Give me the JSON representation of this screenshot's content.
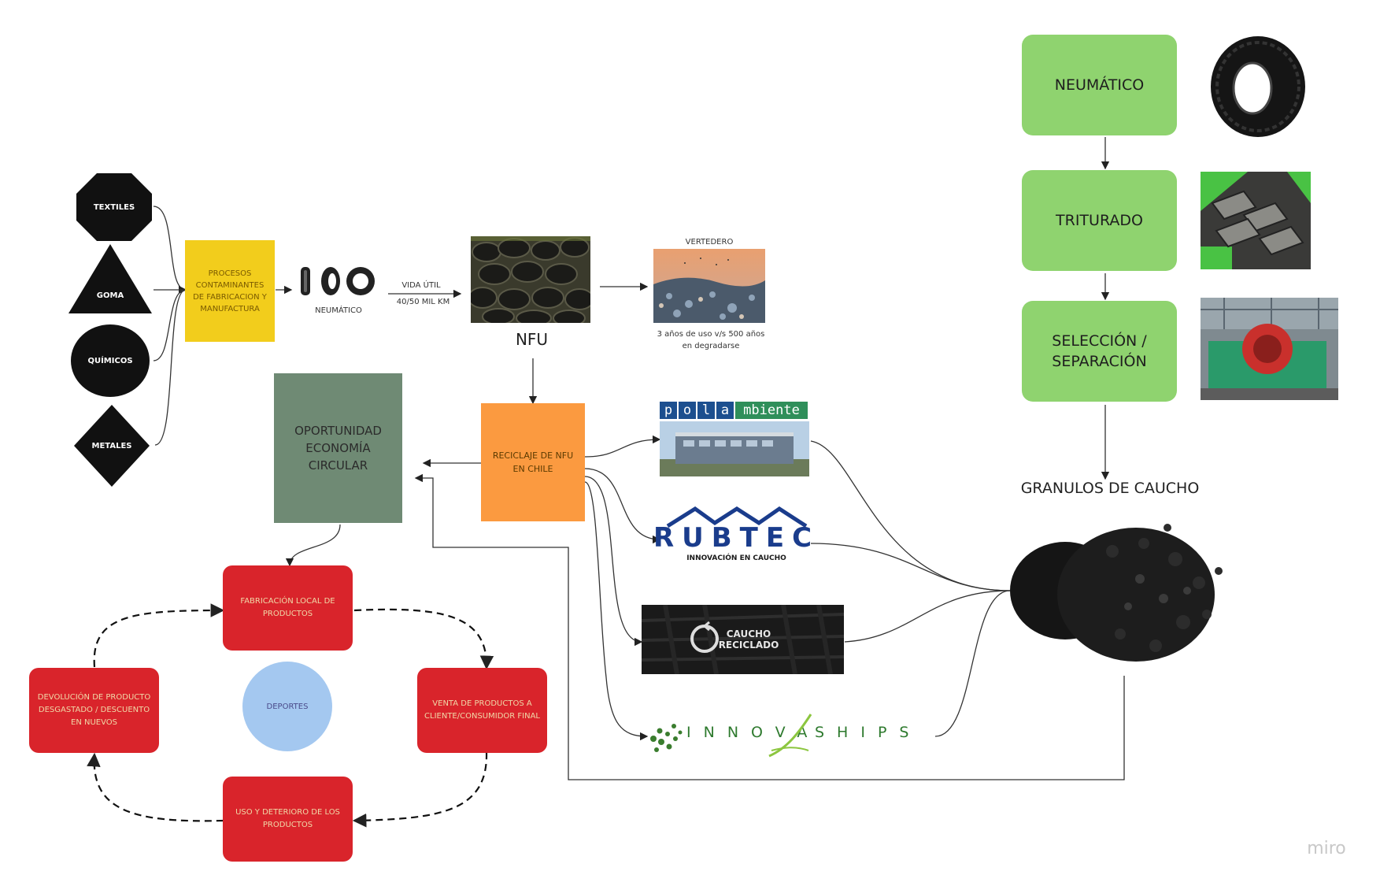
{
  "inputs": {
    "textiles": "TEXTILES",
    "goma": "GOMA",
    "quimicos": "QUÍMICOS",
    "metales": "METALES"
  },
  "process_box": "PROCESOS CONTAMINANTES DE FABRICACION Y MANUFACTURA",
  "neumatico_label": "NEUMÁTICO",
  "vida_util": "VIDA ÚTIL",
  "km_label": "40/50 MIL KM",
  "nfu_label": "NFU",
  "vertedero_label": "VERTEDERO",
  "degradation_note": "3 años de uso v/s 500 años en degradarse",
  "opportunity_box": "OPORTUNIDAD ECONOMÍA CIRCULAR",
  "recycling_box": "RECICLAJE DE NFU EN CHILE",
  "companies": {
    "polambiente": "polambiente",
    "polambiente_letters": [
      "p",
      "o",
      "l",
      "a"
    ],
    "polambiente_rest": "mbiente",
    "rubtec": "RUBTEC",
    "rubtec_tagline": "INNOVACIÓN EN CAUCHO",
    "caucho_reciclado": "CAUCHO RECICLADO",
    "innova_left": "INNOVA",
    "innova_right": "SHIPS"
  },
  "process_steps": {
    "neumatico": "NEUMÁTICO",
    "triturado": "TRITURADO",
    "seleccion": "SELECCIÓN / SEPARACIÓN"
  },
  "granulos_label": "GRANULOS DE CAUCHO",
  "cycle": {
    "fabricacion": "FABRICACIÓN LOCAL DE PRODUCTOS",
    "venta": "VENTA DE PRODUCTOS A CLIENTE/CONSUMIDOR FINAL",
    "uso": "USO Y DETERIORO DE LOS PRODUCTOS",
    "devolucion": "DEVOLUCIÓN DE PRODUCTO DESGASTADO / DESCUENTO EN NUEVOS",
    "center": "DEPORTES"
  },
  "watermark": "miro",
  "colors": {
    "yellow": "#f2cd1c",
    "orange": "#fb9a40",
    "gray_green": "#6f8a74",
    "green": "#8fd36f",
    "red": "#d9242b",
    "blue": "#a4c8f0",
    "black": "#111111"
  }
}
